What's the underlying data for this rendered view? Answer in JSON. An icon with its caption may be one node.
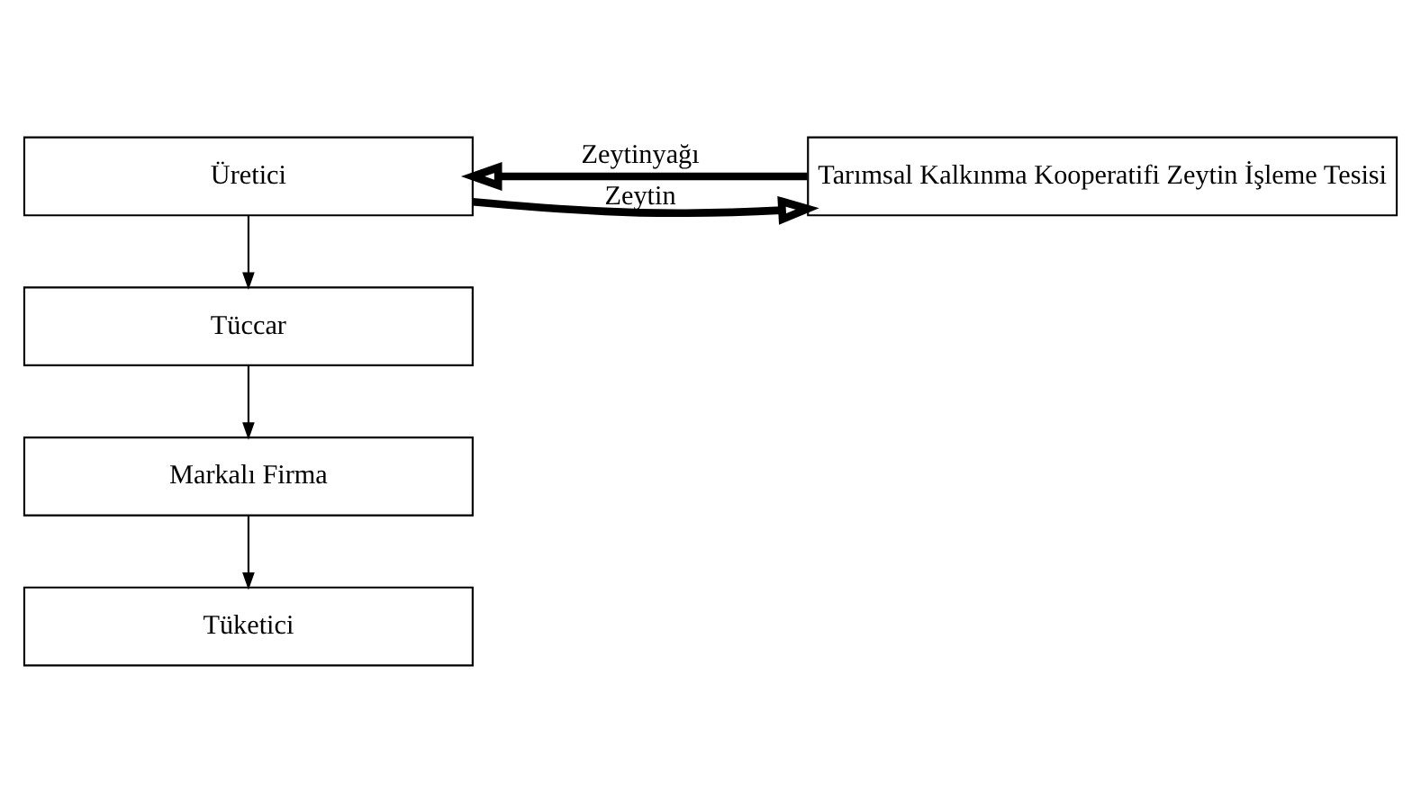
{
  "diagram": {
    "nodes": [
      {
        "text": [
          "Üretici"
        ]
      },
      {
        "text": [
          "Tarımsal Kalkınma Kooperatifi Zeytin İşleme Tesisi"
        ]
      },
      {
        "text": [
          "Tüccar"
        ]
      },
      {
        "text": [
          "Markalı Firma"
        ]
      },
      {
        "text": [
          "Tüketici"
        ]
      }
    ],
    "edges": [
      {
        "from": 0,
        "to": 1,
        "arrow": "to",
        "label": "Zeytin",
        "style": "thick"
      },
      {
        "from": 1,
        "to": 0,
        "arrow": "to",
        "label": "Zeytinyağı",
        "style": "thick"
      },
      {
        "from": 0,
        "to": 2,
        "arrow": "to"
      },
      {
        "from": 2,
        "to": 3,
        "arrow": "to"
      },
      {
        "from": 3,
        "to": 4,
        "arrow": "to"
      }
    ]
  }
}
